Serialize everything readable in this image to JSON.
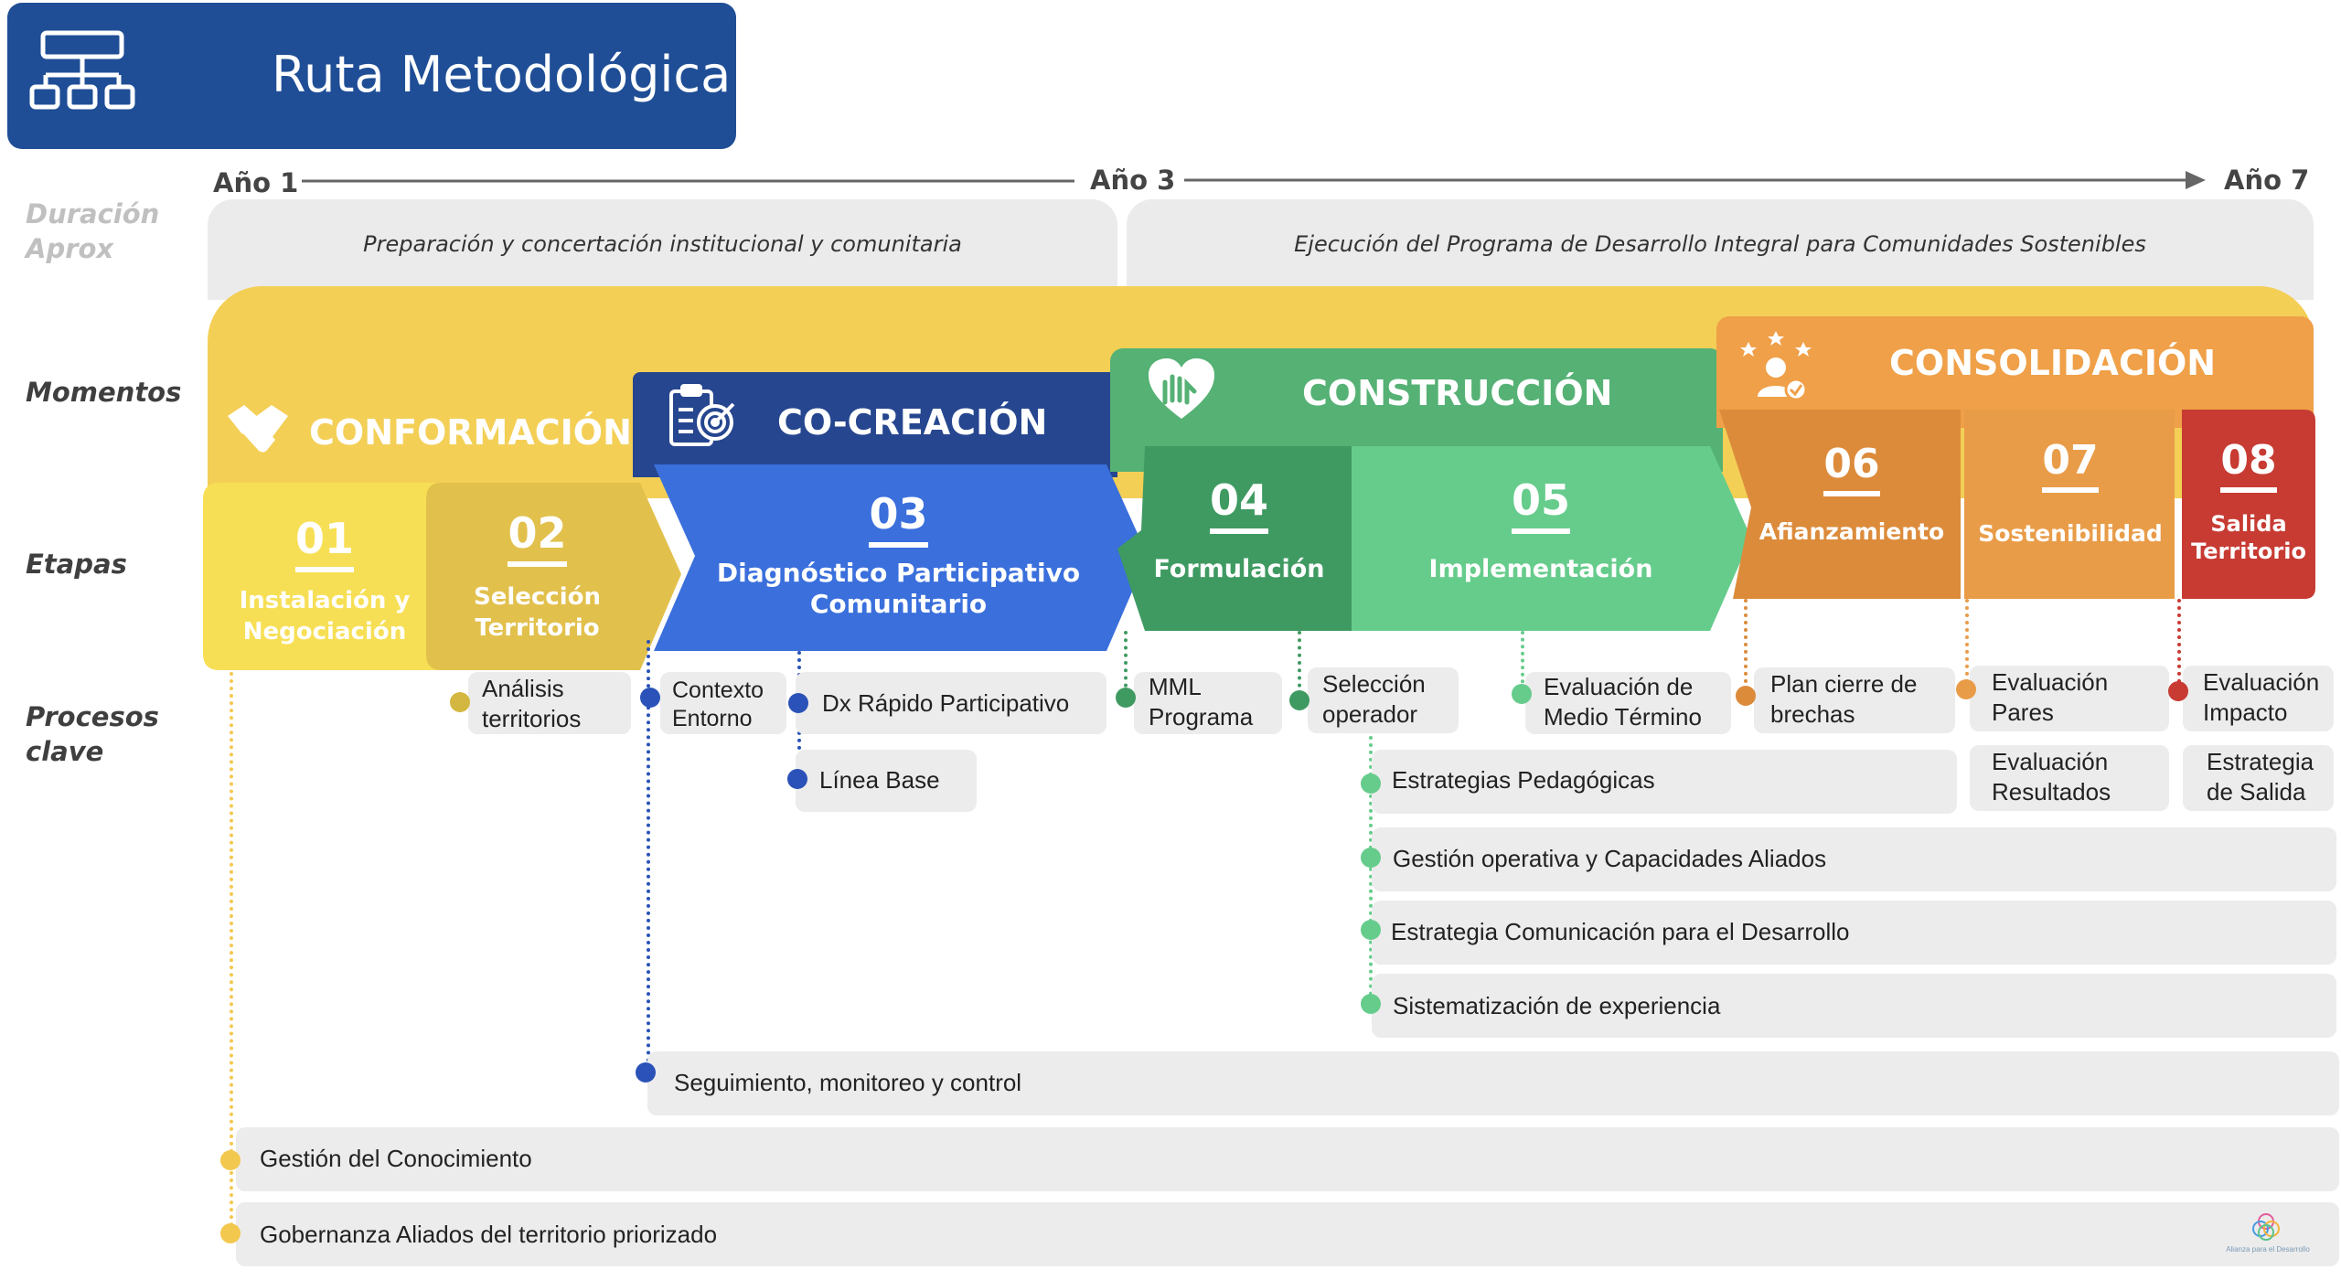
{
  "title": "Ruta Metodológica",
  "row_labels": {
    "duracion": "Duración\nAprox",
    "momentos": "Momentos",
    "etapas": "Etapas",
    "procesos": "Procesos\nclave"
  },
  "years": [
    "Año 1",
    "Año 3",
    "Año 7"
  ],
  "phases": [
    "Preparación y concertación institucional y comunitaria",
    "Ejecución del Programa de Desarrollo Integral para Comunidades Sostenibles"
  ],
  "moments": [
    {
      "label": "CONFORMACIÓN",
      "color": "#f3c84f",
      "icon": "handshake-icon"
    },
    {
      "label": "CO-CREACIÓN",
      "color": "#26468f",
      "icon": "clipboard-target-icon"
    },
    {
      "label": "CONSTRUCCIÓN",
      "color": "#52b273",
      "icon": "heart-hand-icon"
    },
    {
      "label": "CONSOLIDACIÓN",
      "color": "#efa048",
      "icon": "person-stars-icon"
    }
  ],
  "stages": [
    {
      "num": "01",
      "name": "Instalación y\nNegociación",
      "color": "#f7df55"
    },
    {
      "num": "02",
      "name": "Selección\nTerritorio",
      "color": "#e2c04c"
    },
    {
      "num": "03",
      "name": "Diagnóstico Participativo\nComunitario",
      "color": "#3a6fdc"
    },
    {
      "num": "04",
      "name": "Formulación",
      "color": "#3f9a62"
    },
    {
      "num": "05",
      "name": "Implementación",
      "color": "#66cc8c"
    },
    {
      "num": "06",
      "name": "Afianzamiento",
      "color": "#dc8b3b"
    },
    {
      "num": "07",
      "name": "Sostenibilidad",
      "color": "#e99c48"
    },
    {
      "num": "08",
      "name": "Salida\nTerritorio",
      "color": "#c73b33"
    }
  ],
  "processes": {
    "analisis": "Análisis\nterritorios",
    "contexto": "Contexto\nEntorno",
    "dx_rapido": "Dx Rápido Participativo",
    "linea_base": "Línea Base",
    "mml": "MML\nPrograma",
    "seleccion_operador": "Selección\noperador",
    "eval_medio": "Evaluación de\nMedio Término",
    "plan_cierre": "Plan cierre de\nbrechas",
    "eval_pares": "Evaluación\nPares",
    "eval_impacto": "Evaluación\nImpacto",
    "eval_resultados": "Evaluación\nResultados",
    "estrategia_salida": "Estrategia\nde Salida",
    "estrategias_pedagogicas": "Estrategias Pedagógicas",
    "gestion_operativa": "Gestión operativa y Capacidades Aliados",
    "estrategia_comunicacion": "Estrategia Comunicación para el Desarrollo",
    "sistematizacion": "Sistematización de experiencia",
    "seguimiento": "Seguimiento, monitoreo y control",
    "gestion_conocimiento": "Gestión del Conocimiento",
    "gobernanza": "Gobernanza Aliados del territorio priorizado"
  },
  "logo_text": "Alianza para el Desarrollo"
}
